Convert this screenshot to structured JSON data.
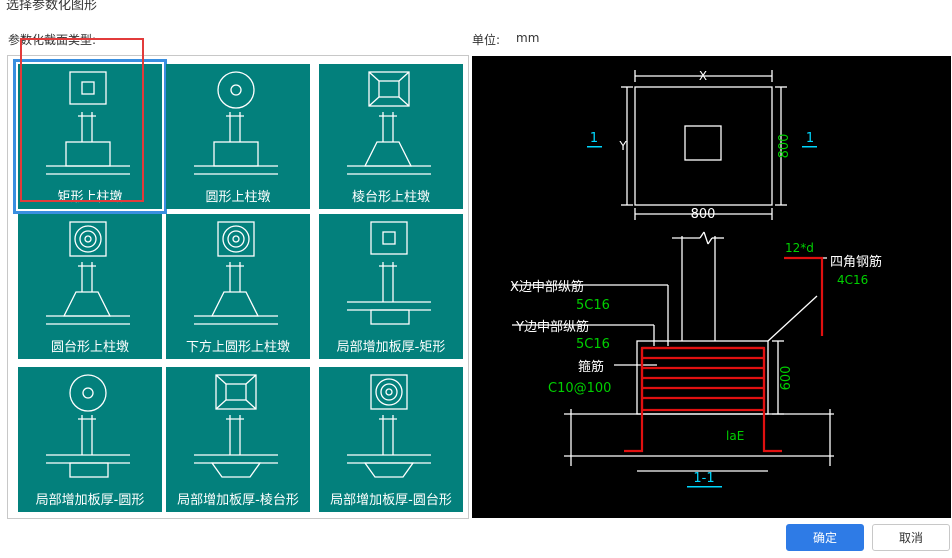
{
  "window": {
    "title": "选择参数化图形"
  },
  "section_label": "参数化截面类型:",
  "unit": {
    "label": "单位:",
    "value": "mm"
  },
  "tiles": [
    {
      "label": "矩形上柱墩",
      "top": "rect",
      "base": "rect",
      "selected": true
    },
    {
      "label": "圆形上柱墩",
      "top": "circle",
      "base": "rect",
      "selected": false
    },
    {
      "label": "棱台形上柱墩",
      "top": "frustum",
      "base": "trap",
      "selected": false
    },
    {
      "label": "圆台形上柱墩",
      "top": "ring",
      "base": "trap",
      "selected": false
    },
    {
      "label": "下方上圆形上柱墩",
      "top": "ring",
      "base": "trap",
      "selected": false
    },
    {
      "label": "局部增加板厚-矩形",
      "top": "rect",
      "base": "below-rect",
      "selected": false
    },
    {
      "label": "局部增加板厚-圆形",
      "top": "circle",
      "base": "below-rect",
      "selected": false
    },
    {
      "label": "局部增加板厚-棱台形",
      "top": "frustum",
      "base": "below-trap",
      "selected": false
    },
    {
      "label": "局部增加板厚-圆台形",
      "top": "ring",
      "base": "below-trap",
      "selected": false
    }
  ],
  "preview": {
    "plan_x": "X",
    "plan_y": "Y",
    "plan_width": "800",
    "plan_height": "800",
    "section_mark": "1",
    "section_title": "1-1",
    "anchor_len": "12*d",
    "corner_bar_label": "四角钢筋",
    "corner_bar_value": "4C16",
    "x_bar_label": "X边中部纵筋",
    "x_bar_value": "5C16",
    "y_bar_label": "Y边中部纵筋",
    "y_bar_value": "5C16",
    "stirrup_label": "箍筋",
    "stirrup_value": "C10@100",
    "pier_height": "600",
    "lae": "laE"
  },
  "buttons": {
    "ok": "确定",
    "cancel": "取消"
  },
  "colors": {
    "tile_bg": "#03807c",
    "select": "#3a8fe0",
    "ok_bg": "#2e7be6",
    "rebar": "#e01010",
    "dim": "#00d000",
    "mark": "#00d8ff"
  }
}
